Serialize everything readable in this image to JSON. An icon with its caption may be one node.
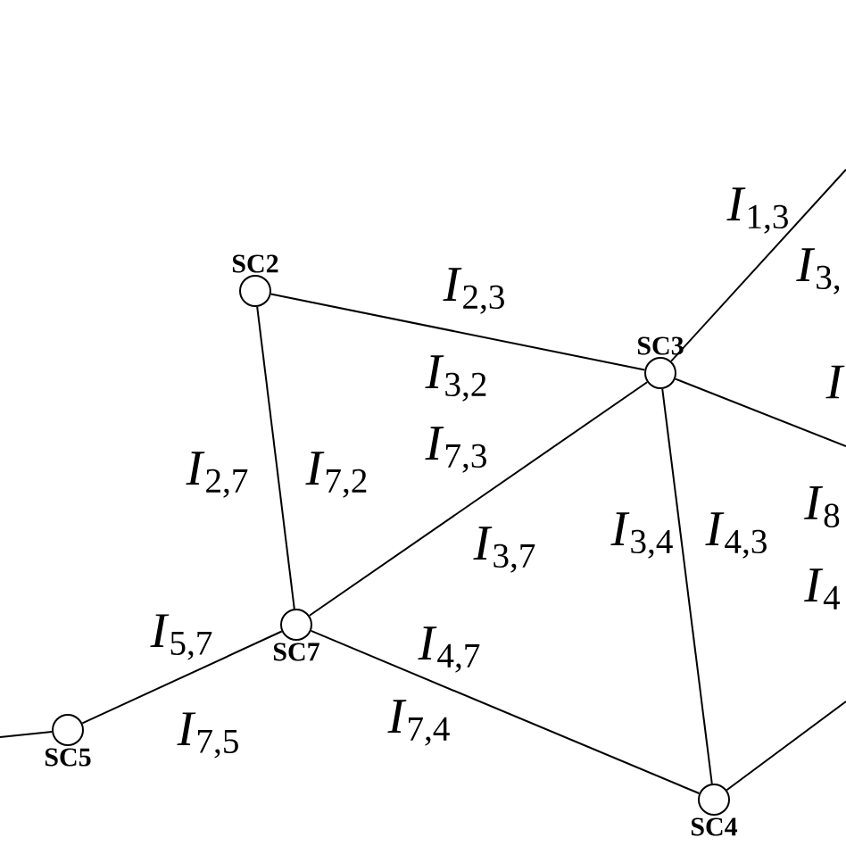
{
  "diagram": {
    "nodes": [
      {
        "text": [
          "SC2"
        ]
      },
      {
        "text": [
          "SC3"
        ]
      },
      {
        "text": [
          "SC7"
        ]
      },
      {
        "text": [
          "SC5"
        ]
      },
      {
        "text": [
          "SC4"
        ]
      }
    ],
    "edges": [
      {
        "from": 0,
        "to": 1,
        "arrow": "none"
      },
      {
        "from": 0,
        "to": 2,
        "arrow": "none"
      },
      {
        "from": 1,
        "to": 2,
        "arrow": "none"
      },
      {
        "from": 1,
        "to": 4,
        "arrow": "none"
      },
      {
        "from": 2,
        "to": 4,
        "arrow": "none"
      },
      {
        "from": 3,
        "to": 2,
        "arrow": "none"
      },
      {
        "from": 1,
        "to": null,
        "arrow": "none"
      },
      {
        "from": 1,
        "to": null,
        "arrow": "none"
      },
      {
        "from": 4,
        "to": null,
        "arrow": "none"
      },
      {
        "from": 3,
        "to": null,
        "arrow": "none"
      }
    ],
    "labels": [
      "*I*$_{1,3}$",
      "*I*$_{3,}$",
      "*I*$_{2,3}$",
      "*I*$_{3,2}$",
      "*I*",
      "*I*$_{7,3}$",
      "*I*$_{2,7}$",
      "*I*$_{7,2}$",
      "*I*$_{8}$",
      "*I*$_{3,4}$",
      "*I*$_{4,3}$",
      "*I*$_{3,7}$",
      "*I*$_{4}$",
      "*I*$_{5,7}$",
      "*I*$_{4,7}$",
      "*I*$_{7,4}$",
      "*I*$_{7,5}$"
    ]
  }
}
